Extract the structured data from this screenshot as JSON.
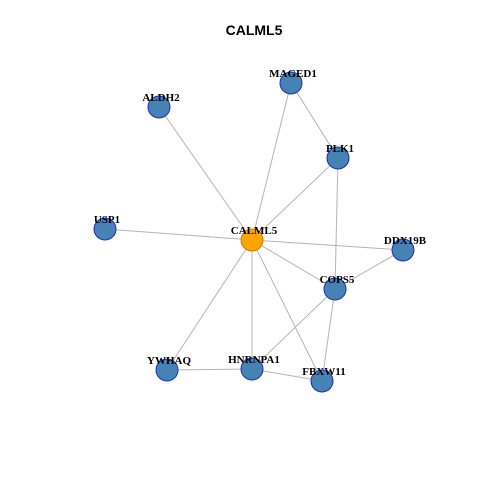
{
  "title": "CALML5",
  "colors": {
    "center_fill": "#ffa500",
    "center_stroke": "#cc7a00",
    "node_fill": "#4682b4",
    "node_stroke": "#1a2fbf",
    "edge": "#b4b4b4"
  },
  "nodes": [
    {
      "id": "CALML5",
      "label": "CALML5",
      "center": true
    },
    {
      "id": "MAGED1",
      "label": "MAGED1"
    },
    {
      "id": "ALDH2",
      "label": "ALDH2"
    },
    {
      "id": "PLK1",
      "label": "PLK1"
    },
    {
      "id": "USP1",
      "label": "USP1"
    },
    {
      "id": "DDX19B",
      "label": "DDX19B"
    },
    {
      "id": "COPS5",
      "label": "COPS5"
    },
    {
      "id": "YWHAQ",
      "label": "YWHAQ"
    },
    {
      "id": "HNRNPA1",
      "label": "HNRNPA1"
    },
    {
      "id": "FBXW11",
      "label": "FBXW11"
    }
  ],
  "edges": [
    [
      "CALML5",
      "MAGED1"
    ],
    [
      "CALML5",
      "ALDH2"
    ],
    [
      "CALML5",
      "PLK1"
    ],
    [
      "CALML5",
      "USP1"
    ],
    [
      "CALML5",
      "DDX19B"
    ],
    [
      "CALML5",
      "COPS5"
    ],
    [
      "CALML5",
      "YWHAQ"
    ],
    [
      "CALML5",
      "HNRNPA1"
    ],
    [
      "CALML5",
      "FBXW11"
    ],
    [
      "MAGED1",
      "PLK1"
    ],
    [
      "PLK1",
      "COPS5"
    ],
    [
      "COPS5",
      "DDX19B"
    ],
    [
      "COPS5",
      "HNRNPA1"
    ],
    [
      "COPS5",
      "FBXW11"
    ],
    [
      "YWHAQ",
      "HNRNPA1"
    ],
    [
      "HNRNPA1",
      "FBXW11"
    ]
  ]
}
